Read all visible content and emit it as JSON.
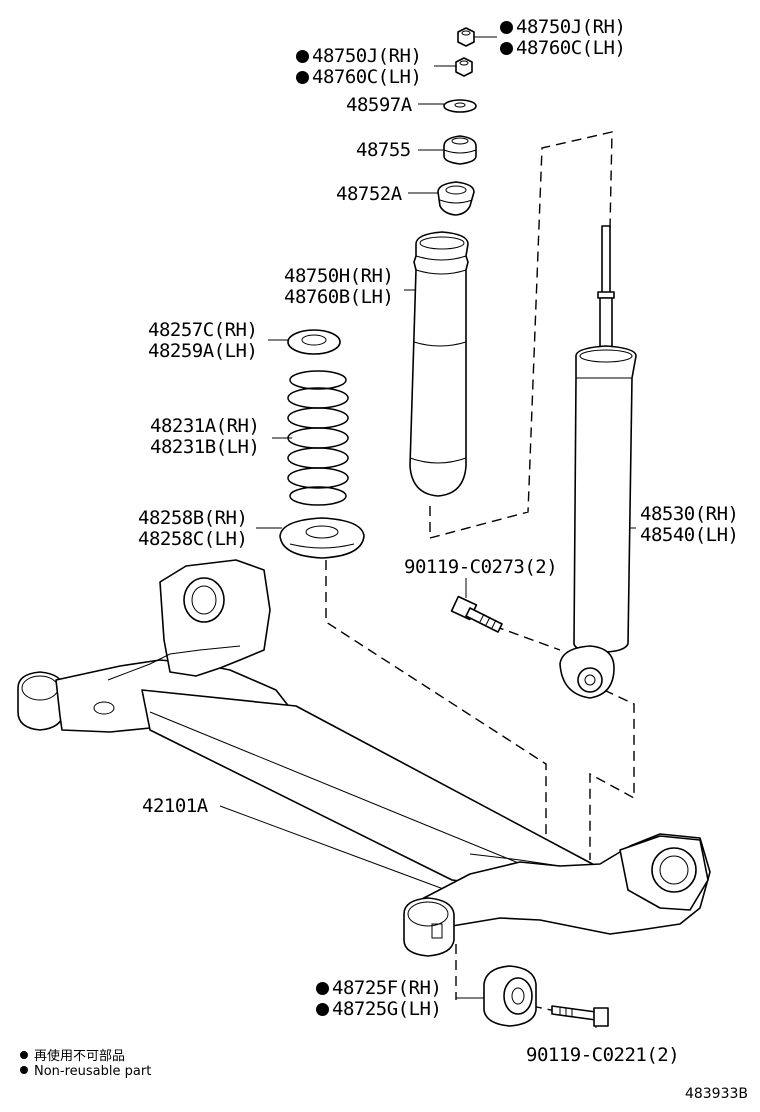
{
  "diagram_id": "483933B",
  "legend": {
    "line1": "再使用不可部品",
    "line2": "Non-reusable part"
  },
  "parts": {
    "nut_top": {
      "rh": "48750J(RH)",
      "lh": "48760C(LH)",
      "non_reusable": true
    },
    "nut_second": {
      "rh": "48750J(RH)",
      "lh": "48760C(LH)",
      "non_reusable": true
    },
    "washer": {
      "code": "48597A"
    },
    "cushion": {
      "code": "48755"
    },
    "upper_insulator": {
      "code": "48752A"
    },
    "bump_boot": {
      "rh": "48750H(RH)",
      "lh": "48760B(LH)"
    },
    "upper_spring_seat": {
      "rh": "48257C(RH)",
      "lh": "48259A(LH)"
    },
    "coil_spring": {
      "rh": "48231A(RH)",
      "lh": "48231B(LH)"
    },
    "lower_spring_seat": {
      "rh": "48258B(RH)",
      "lh": "48258C(LH)"
    },
    "shock_absorber": {
      "rh": "48530(RH)",
      "lh": "48540(LH)"
    },
    "shock_bolt": {
      "code": "90119-C0273(2)"
    },
    "axle_beam": {
      "code": "42101A"
    },
    "bushing": {
      "rh": "48725F(RH)",
      "lh": "48725G(LH)",
      "non_reusable": true
    },
    "bushing_bolt": {
      "code": "90119-C0221(2)"
    }
  }
}
